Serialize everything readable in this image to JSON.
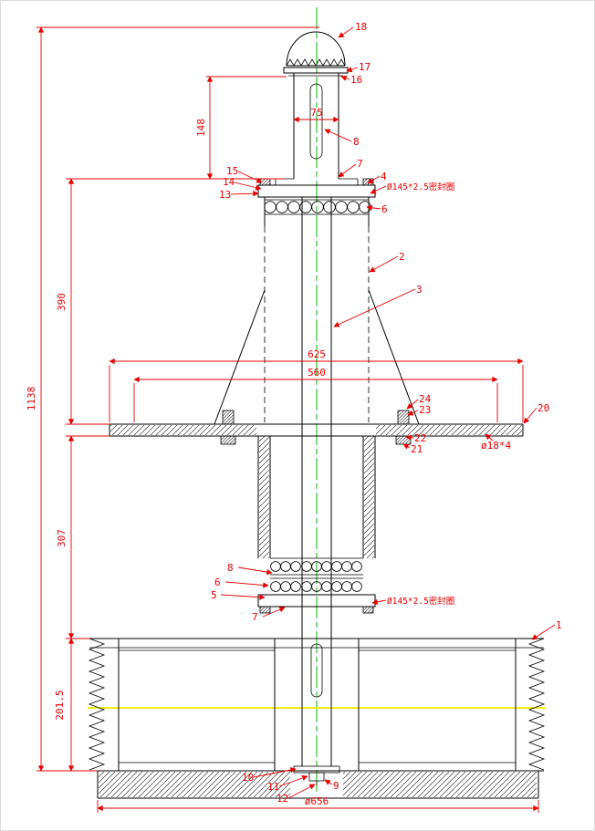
{
  "drawing": {
    "type": "technical-drawing",
    "description": "Vertical spindle shaft assembly cross-section with belt pulley, bearings, seals, mounting flange and part callouts",
    "colors": {
      "outline": "#000000",
      "dimension": "#e60000",
      "centerline": "#00b400",
      "section_line": "#f0ee00",
      "background": "#ffffff"
    },
    "dimensions": {
      "overall_height": "1138",
      "upper_housing": "390",
      "lower_housing": "307",
      "pulley_height": "201.5",
      "top_shaft_length": "148",
      "shaft_width": "75",
      "flange_span": "625",
      "bolt_circle": "560",
      "pulley_diameter": "ø656",
      "flange_holes": "ø18*4",
      "seal_ring": "Ø145*2.5密封圈"
    },
    "parts": {
      "p1": "1",
      "p2": "2",
      "p3": "3",
      "p4": "4",
      "p5": "5",
      "p6": "6",
      "p7": "7",
      "p8": "8",
      "p9": "9",
      "p10": "10",
      "p11": "11",
      "p12": "12",
      "p13": "13",
      "p14": "14",
      "p15": "15",
      "p16": "16",
      "p17": "17",
      "p18": "18",
      "p20": "20",
      "p21": "21",
      "p22": "22",
      "p23": "23",
      "p24": "24"
    }
  }
}
